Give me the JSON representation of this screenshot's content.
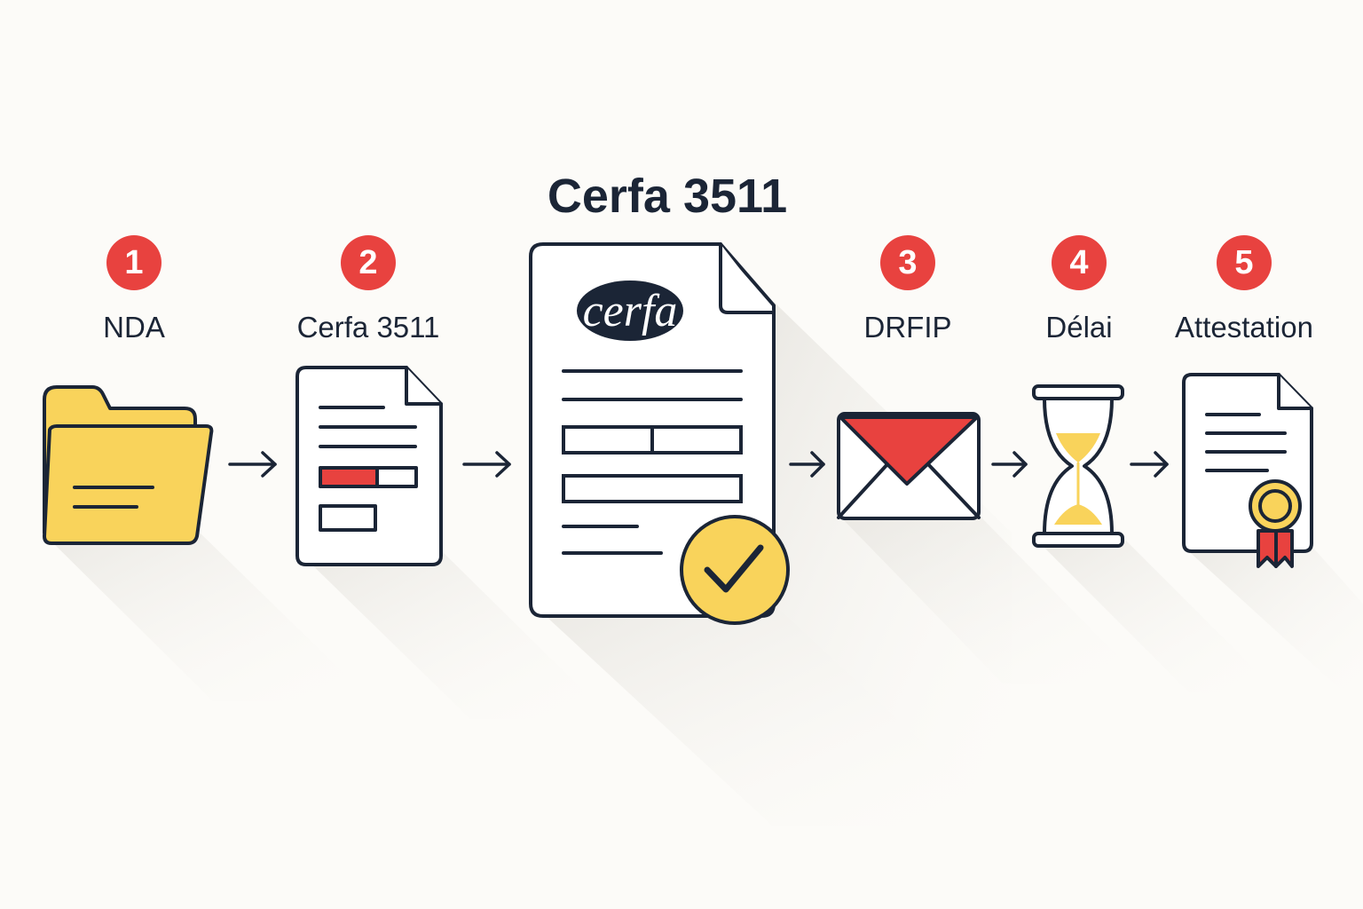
{
  "title": "Cerfa 3511",
  "steps": [
    {
      "number": "1",
      "label": "NDA",
      "icon": "folder-icon"
    },
    {
      "number": "2",
      "label": "Cerfa 3511",
      "icon": "form-document-icon"
    },
    {
      "number": "3",
      "label": "DRFIP",
      "icon": "envelope-icon"
    },
    {
      "number": "4",
      "label": "Délai",
      "icon": "hourglass-icon"
    },
    {
      "number": "5",
      "label": "Attestation",
      "icon": "certificate-icon"
    }
  ],
  "central_document": {
    "logo_text": "cerfa",
    "icon": "validated-document-icon"
  },
  "colors": {
    "background": "#fcfbf8",
    "outline": "#1b2536",
    "accent_red": "#e8423f",
    "accent_yellow": "#f9d35b",
    "paper": "#ffffff"
  }
}
